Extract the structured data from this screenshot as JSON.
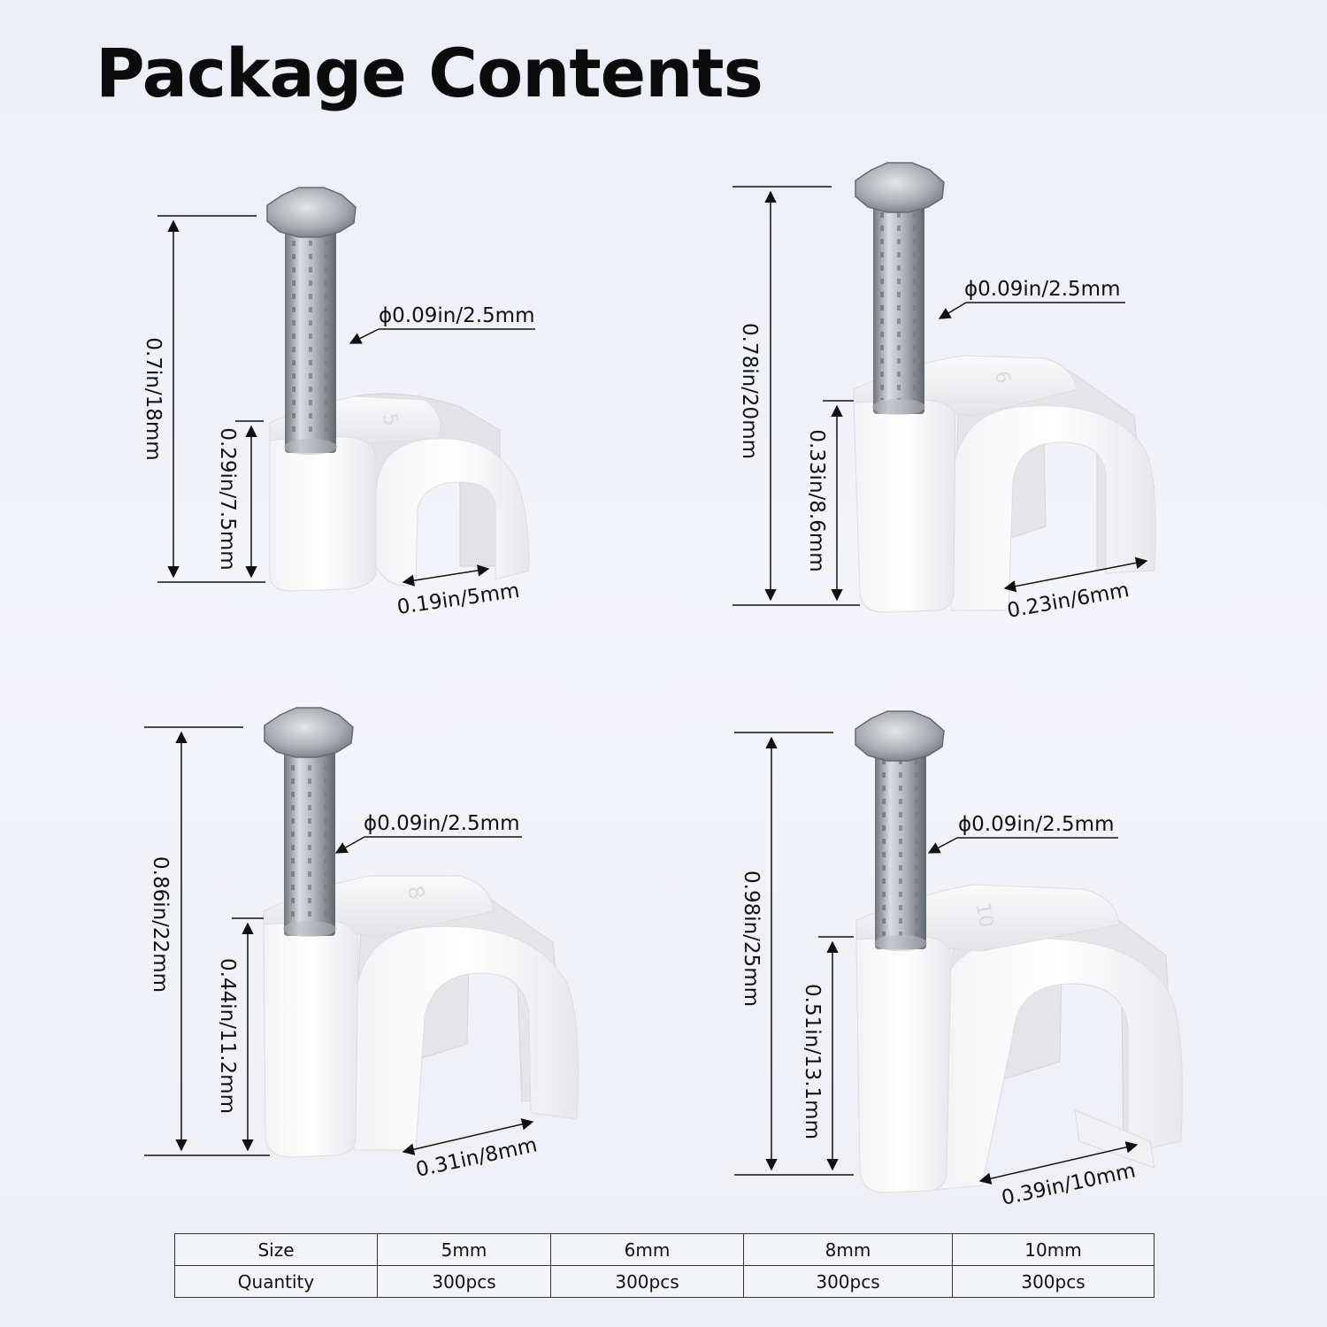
{
  "page": {
    "title": "Package Contents"
  },
  "clips": [
    {
      "size": "5mm",
      "total_height": "0.7in/18mm",
      "body_height": "0.29in/7.5mm",
      "nail_diameter": "ϕ0.09in/2.5mm",
      "width": "0.19in/5mm",
      "mark": "5"
    },
    {
      "size": "6mm",
      "total_height": "0.78in/20mm",
      "body_height": "0.33in/8.6mm",
      "nail_diameter": "ϕ0.09in/2.5mm",
      "width": "0.23in/6mm",
      "mark": "6"
    },
    {
      "size": "8mm",
      "total_height": "0.86in/22mm",
      "body_height": "0.44in/11.2mm",
      "nail_diameter": "ϕ0.09in/2.5mm",
      "width": "0.31in/8mm",
      "mark": "8"
    },
    {
      "size": "10mm",
      "total_height": "0.98in/25mm",
      "body_height": "0.51in/13.1mm",
      "nail_diameter": "ϕ0.09in/2.5mm",
      "width": "0.39in/10mm",
      "mark": "10"
    }
  ],
  "table": {
    "rows": [
      [
        "Size",
        "5mm",
        "6mm",
        "8mm",
        "10mm"
      ],
      [
        "Quantity",
        "300pcs",
        "300pcs",
        "300pcs",
        "300pcs"
      ]
    ]
  },
  "colors": {
    "background": "#eef0f7",
    "clip_body": "#f6f6f8",
    "nail": "#a9adb2",
    "text": "#111111"
  }
}
